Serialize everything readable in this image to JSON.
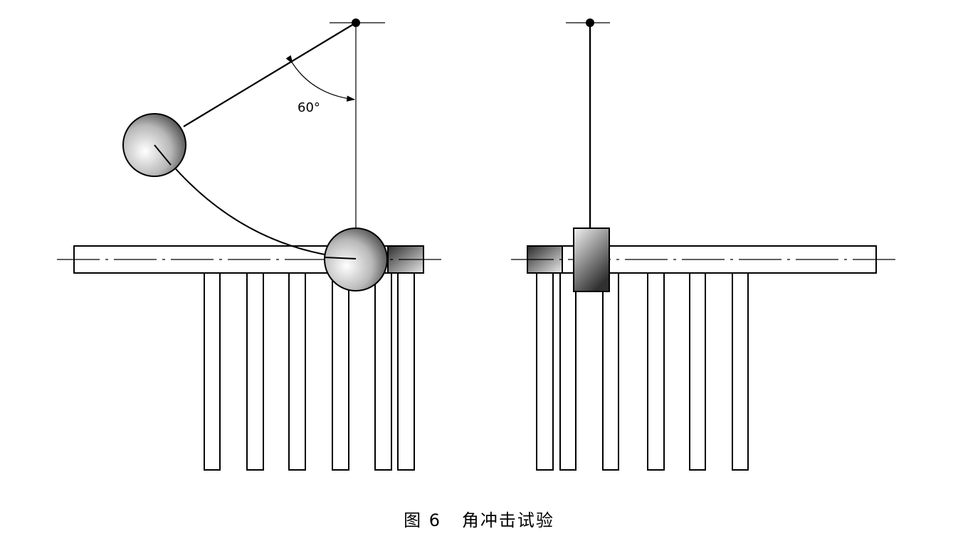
{
  "figure": {
    "angle_label": "60°",
    "caption_number": "图 6",
    "caption_title": "角冲击试验"
  }
}
